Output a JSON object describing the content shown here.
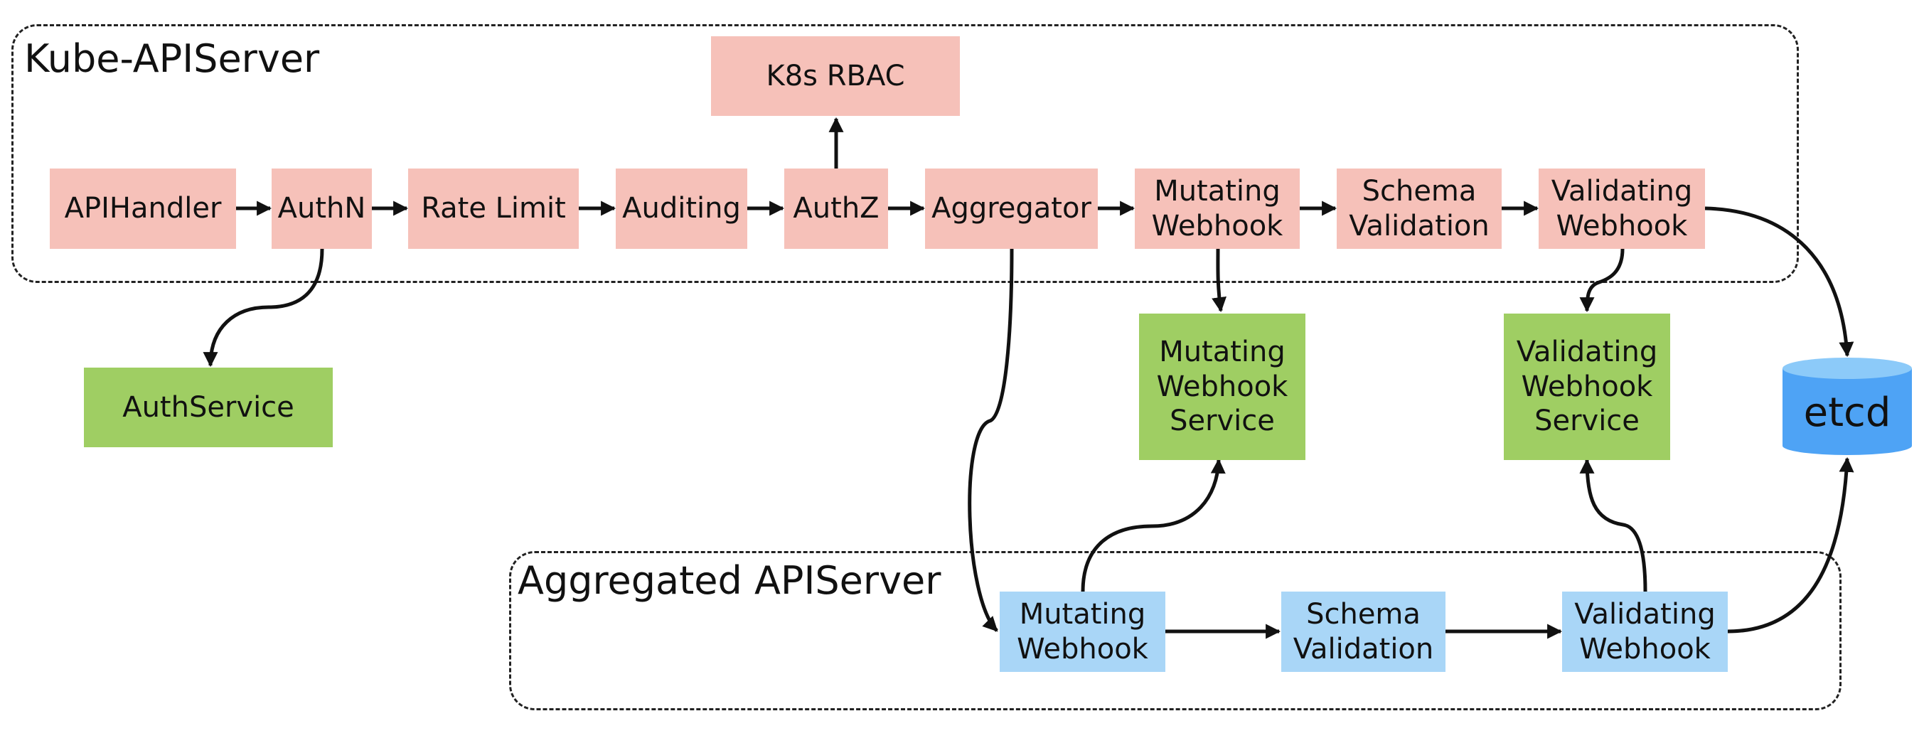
{
  "groups": {
    "kube_apiserver": "Kube-APIServer",
    "aggregated_apiserver": "Aggregated APIServer"
  },
  "pipeline": {
    "apihandler": "APIHandler",
    "authn": "AuthN",
    "rate_limit": "Rate Limit",
    "auditing": "Auditing",
    "authz": "AuthZ",
    "aggregator": "Aggregator",
    "mutating_webhook": "Mutating\nWebhook",
    "schema_validation": "Schema\nValidation",
    "validating_webhook": "Validating\nWebhook",
    "k8s_rbac": "K8s RBAC"
  },
  "services": {
    "auth_service": "AuthService",
    "mutating_webhook_service": "Mutating\nWebhook\nService",
    "validating_webhook_service": "Validating\nWebhook\nService"
  },
  "aggregated": {
    "mutating_webhook": "Mutating\nWebhook",
    "schema_validation": "Schema\nValidation",
    "validating_webhook": "Validating\nWebhook"
  },
  "storage": {
    "etcd": "etcd"
  },
  "colors": {
    "pipeline": "#f6c1b9",
    "service": "#9fce63",
    "aggregated": "#a9d6f7",
    "etcd": "#4ea3f5",
    "etcd_top": "#8ccaf9"
  }
}
